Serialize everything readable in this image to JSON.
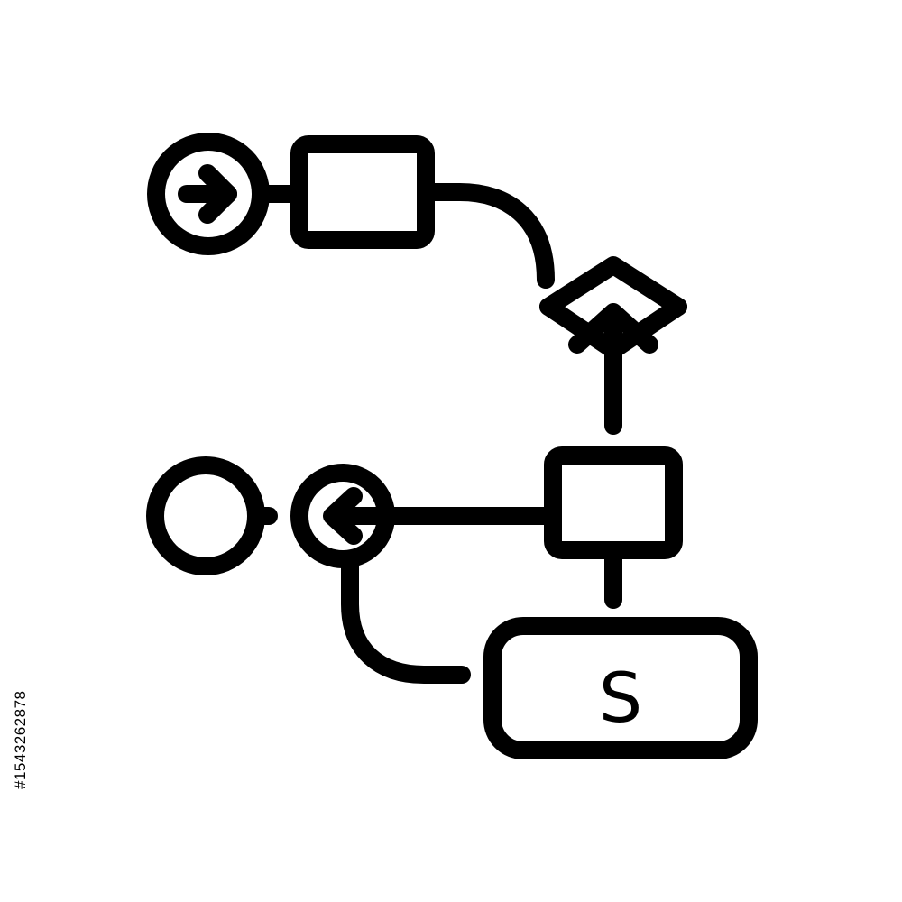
{
  "diagram": {
    "nodes": [
      {
        "id": "start-event",
        "shape": "circle",
        "marker": "right-arrow"
      },
      {
        "id": "task-top",
        "shape": "square"
      },
      {
        "id": "gateway",
        "shape": "diamond",
        "marker": "up-arrow"
      },
      {
        "id": "task-middle",
        "shape": "square"
      },
      {
        "id": "intermediate-event",
        "shape": "circle",
        "marker": "left-arrow"
      },
      {
        "id": "end-event",
        "shape": "circle"
      },
      {
        "id": "s-box",
        "shape": "rounded-rectangle",
        "label": "S"
      }
    ],
    "connections": [
      {
        "from": "start-event",
        "to": "task-top"
      },
      {
        "from": "task-top",
        "to": "gateway"
      },
      {
        "from": "task-middle",
        "to": "gateway"
      },
      {
        "from": "task-middle",
        "to": "intermediate-event"
      },
      {
        "from": "task-middle",
        "to": "s-box"
      },
      {
        "from": "intermediate-event",
        "to": "s-box"
      },
      {
        "from": "intermediate-event",
        "to": "end-event"
      }
    ],
    "stroke_color": "#000000",
    "background_color": "#ffffff"
  },
  "watermark": {
    "stock_id": "#1543262878"
  }
}
